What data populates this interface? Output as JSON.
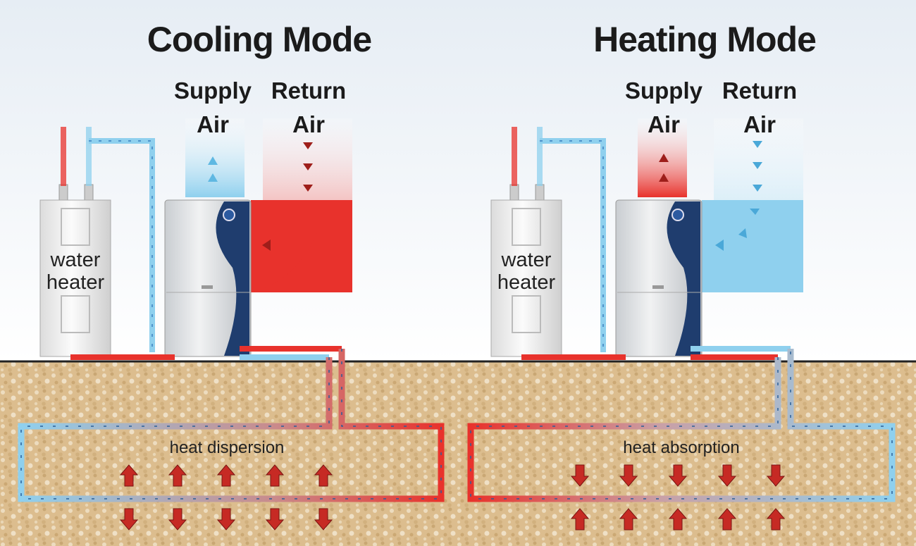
{
  "panels": [
    {
      "id": "cooling",
      "title": "Cooling Mode",
      "supply_label": [
        "Supply",
        "Air"
      ],
      "return_label": [
        "Return",
        "Air"
      ],
      "water_heater_label": [
        "water",
        "heater"
      ],
      "loop_label": "heat dispersion",
      "supply_air_color": "#8fd0ee",
      "return_air_color": "#e8322c",
      "ground_arrows": "out"
    },
    {
      "id": "heating",
      "title": "Heating Mode",
      "supply_label": [
        "Supply",
        "Air"
      ],
      "return_label": [
        "Return",
        "Air"
      ],
      "water_heater_label": [
        "water",
        "heater"
      ],
      "loop_label": "heat absorption",
      "supply_air_color": "#e8322c",
      "return_air_color": "#8fd0ee",
      "ground_arrows": "in"
    }
  ],
  "colors": {
    "hot": "#e8322c",
    "cold": "#8fd0ee",
    "arrow": "#c62a24",
    "ground": "#d8b889",
    "unit_navy": "#1f3d6e"
  }
}
